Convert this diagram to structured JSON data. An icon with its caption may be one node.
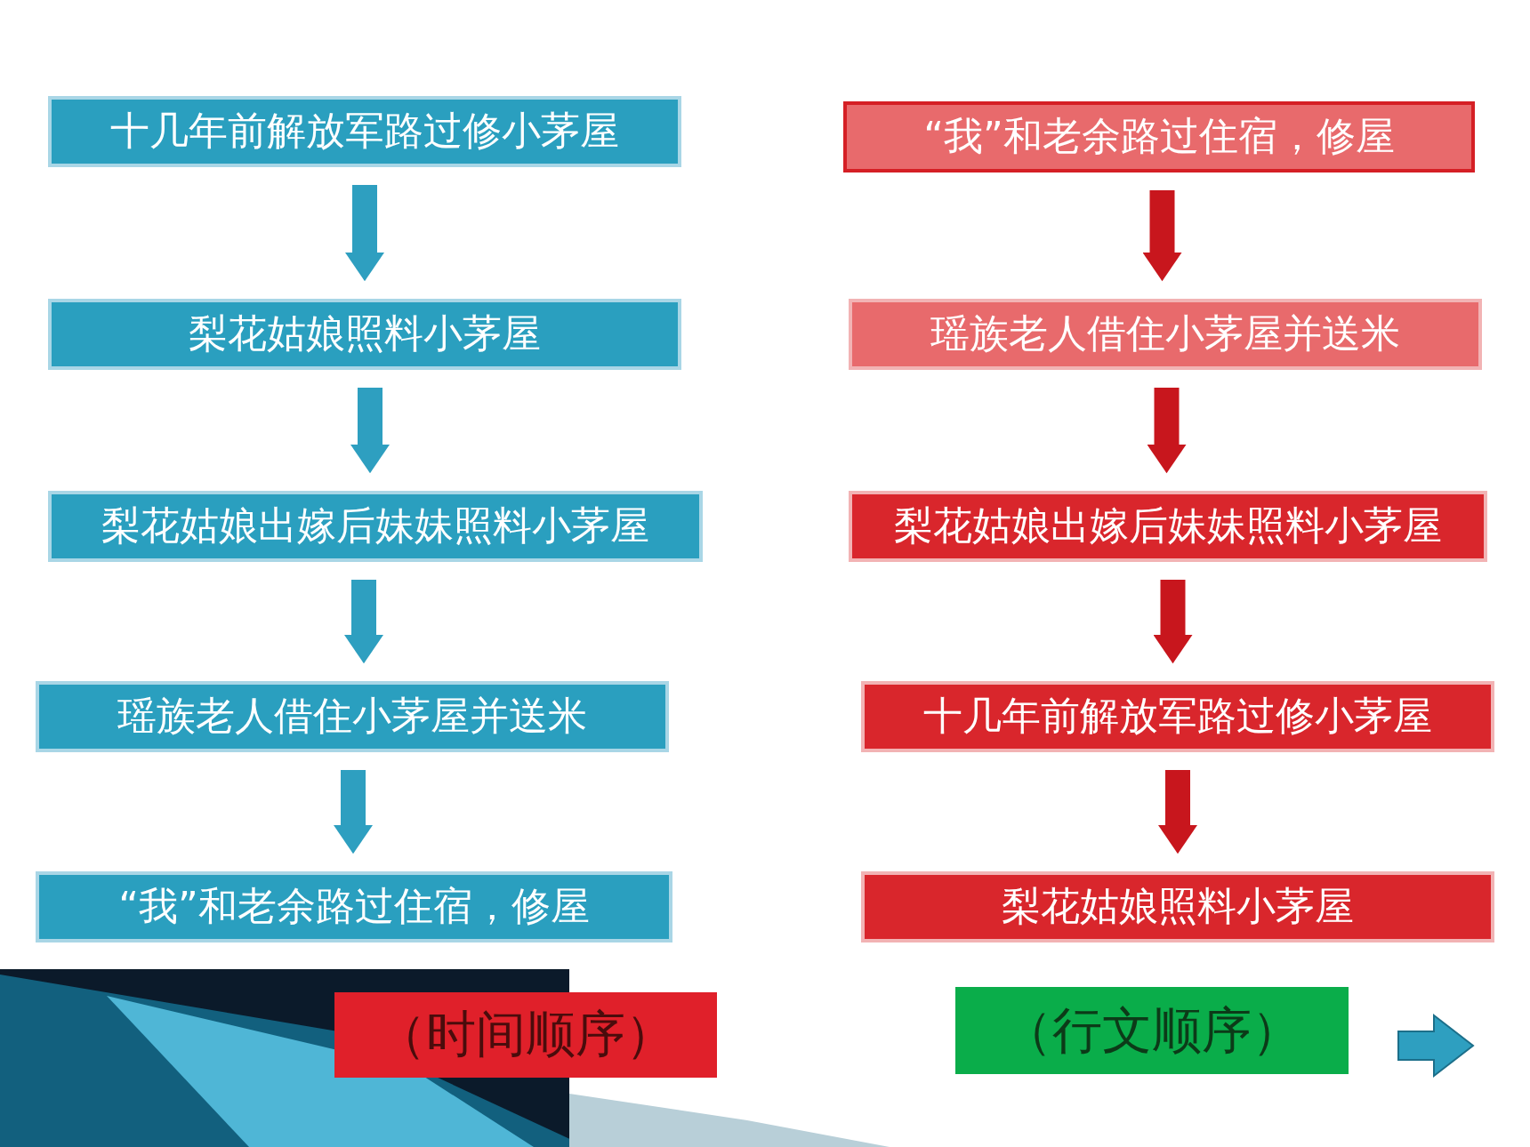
{
  "diagram": {
    "nodes": [
      {
        "text": [
          "十几年前解放军路过修小茅屋"
        ]
      },
      {
        "text": [
          "梨花姑娘照料小茅屋"
        ]
      },
      {
        "text": [
          "梨花姑娘出嫁后妹妹照料小茅屋"
        ]
      },
      {
        "text": [
          "瑶族老人借住小茅屋并送米"
        ]
      },
      {
        "text": [
          "“我”和老余路过住宿，修屋"
        ]
      },
      {
        "text": [
          "“我”和老余路过住宿，修屋"
        ]
      },
      {
        "text": [
          "瑶族老人借住小茅屋并送米"
        ]
      },
      {
        "text": [
          "梨花姑娘出嫁后妹妹照料小茅屋"
        ]
      },
      {
        "text": [
          "十几年前解放军路过修小茅屋"
        ]
      },
      {
        "text": [
          "梨花姑娘照料小茅屋"
        ]
      },
      {
        "text": [
          "（时间顺序）"
        ]
      },
      {
        "text": [
          "（行文顺序）"
        ]
      }
    ],
    "edges": [
      {
        "from": 0,
        "to": 1,
        "arrow": "to"
      },
      {
        "from": 1,
        "to": 2,
        "arrow": "to"
      },
      {
        "from": 2,
        "to": 3,
        "arrow": "to"
      },
      {
        "from": 3,
        "to": 4,
        "arrow": "to"
      },
      {
        "from": 5,
        "to": 6,
        "arrow": "to",
        "color": "#c8161d"
      },
      {
        "from": 6,
        "to": 7,
        "arrow": "to",
        "color": "#c8161d"
      },
      {
        "from": 7,
        "to": 8,
        "arrow": "to",
        "color": "#c8161d"
      },
      {
        "from": 8,
        "to": 9,
        "arrow": "to",
        "color": "#c8161d"
      }
    ]
  }
}
